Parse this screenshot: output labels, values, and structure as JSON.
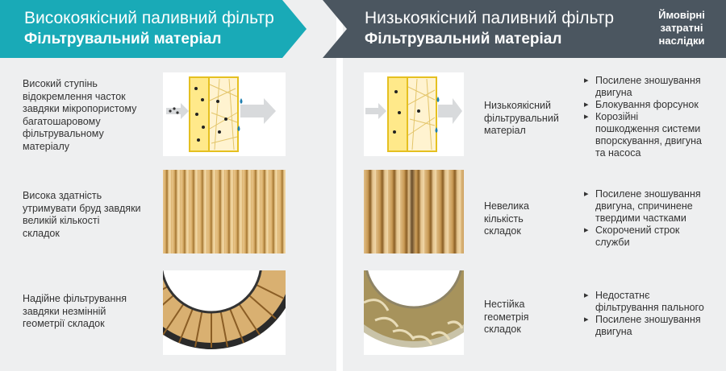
{
  "left": {
    "title": "Високоякісний паливний фільтр",
    "subtitle": "Фільтрувальний матеріал",
    "rows": [
      {
        "text": "Високий ступінь\nвідокремлення часток\nзавдяки мікропористому\nбагатошаровому\nфільтрувальному\nматеріалу"
      },
      {
        "text": "Висока здатність\nутримувати бруд завдяки\nвеликій кількості\nскладок"
      },
      {
        "text": "Надійне фільтрування\nзавдяки незмінній\nгеометрії складок"
      }
    ]
  },
  "right": {
    "title": "Низькоякісний паливний фільтр",
    "subtitle": "Фільтрувальний матеріал",
    "consequences_header": "Ймовірні\nзатратні\nнаслідки",
    "rows": [
      {
        "text": "Низькоякісний\nфільтрувальний\nматеріал",
        "consequences": [
          "Посилене зношування\nдвигуна",
          "Блокування форсунок",
          "Корозійні\nпошкодження системи\nвпорскування, двигуна\nта насоса"
        ]
      },
      {
        "text": "Невелика\nкількість\nскладок",
        "consequences": [
          "Посилене зношування\nдвигуна, спричинене\nтвердими частками",
          "Скорочений строк\nслужби"
        ]
      },
      {
        "text": "Нестійка\nгеометрія\nскладок",
        "consequences": [
          "Недостатнє\nфільтрування пального",
          "Посилене зношування\nдвигуна"
        ]
      }
    ]
  },
  "colors": {
    "accent": "#19aab7",
    "dark": "#4b5660",
    "panel": "#eeeff0"
  }
}
